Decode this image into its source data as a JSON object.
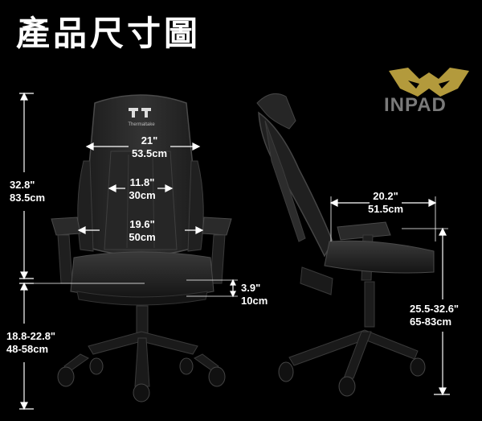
{
  "title": "產品尺寸圖",
  "brand": {
    "watermark": "INPAD",
    "chair_logo": "Thermaltake",
    "colors": {
      "watermark_gold": "#b39a3c",
      "watermark_grey": "#7a7a7a"
    }
  },
  "dimensions": {
    "seat_width": {
      "inch": "21\"",
      "cm": "53.5cm"
    },
    "back_width": {
      "inch": "11.8\"",
      "cm": "30cm"
    },
    "lumbar_width": {
      "inch": "19.6\"",
      "cm": "50cm"
    },
    "back_height": {
      "inch": "32.8\"",
      "cm": "83.5cm"
    },
    "seat_height": {
      "inch": "18.8-22.8\"",
      "cm": "48-58cm"
    },
    "seat_thickness": {
      "inch": "3.9\"",
      "cm": "10cm"
    },
    "seat_depth": {
      "inch": "20.2\"",
      "cm": "51.5cm"
    },
    "arm_height": {
      "inch": "25.5-32.6\"",
      "cm": "65-83cm"
    }
  }
}
